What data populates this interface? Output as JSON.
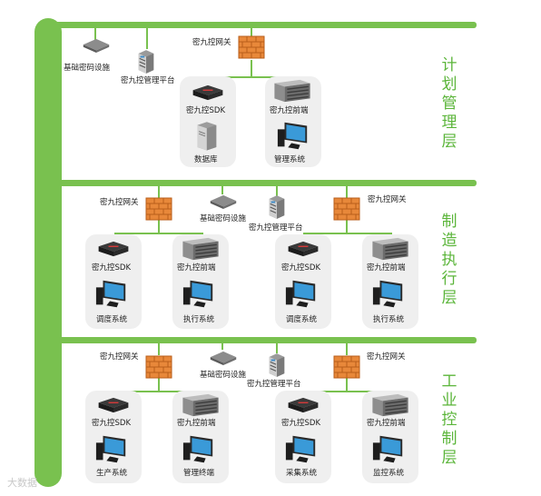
{
  "layers": [
    {
      "title": "计划管理层"
    },
    {
      "title": "制造执行层"
    },
    {
      "title": "工业控制层"
    }
  ],
  "layer1": {
    "gateway": "密九控网关",
    "base_crypto": "基础密码设施",
    "mgmt_platform": "密九控管理平台",
    "sdk": "密九控SDK",
    "frontend": "密九控前端",
    "database": "数据库",
    "mgmt_system": "管理系统"
  },
  "layer2": {
    "gateway_left": "密九控网关",
    "gateway_right": "密九控网关",
    "base_crypto": "基础密码设施",
    "mgmt_platform": "密九控管理平台",
    "boxes": [
      {
        "top": "密九控SDK",
        "bottom": "调度系统"
      },
      {
        "top": "密九控前端",
        "bottom": "执行系统"
      },
      {
        "top": "密九控SDK",
        "bottom": "调度系统"
      },
      {
        "top": "密九控前端",
        "bottom": "执行系统"
      }
    ]
  },
  "layer3": {
    "gateway_left": "密九控网关",
    "gateway_right": "密九控网关",
    "base_crypto": "基础密码设施",
    "mgmt_platform": "密九控管理平台",
    "boxes": [
      {
        "top": "密九控SDK",
        "bottom": "生产系统"
      },
      {
        "top": "密九控前端",
        "bottom": "管理终端"
      },
      {
        "top": "密九控SDK",
        "bottom": "采集系统"
      },
      {
        "top": "密九控前端",
        "bottom": "监控系统"
      }
    ]
  },
  "watermark": "大数据"
}
